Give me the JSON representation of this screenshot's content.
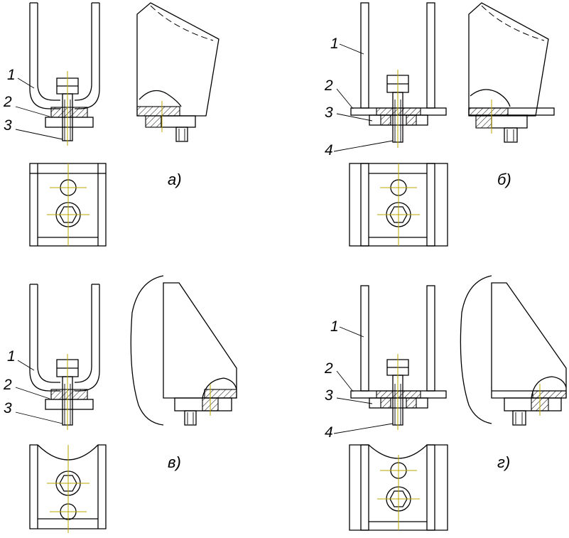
{
  "panels": {
    "a": {
      "caption": "а)",
      "labels": [
        "1",
        "2",
        "3"
      ]
    },
    "b": {
      "caption": "б)",
      "labels": [
        "1",
        "2",
        "3",
        "4"
      ]
    },
    "v": {
      "caption": "в)",
      "labels": [
        "1",
        "2",
        "3"
      ]
    },
    "g": {
      "caption": "г)",
      "labels": [
        "1",
        "2",
        "3",
        "4"
      ]
    }
  },
  "colors": {
    "line": "#000000",
    "centerline": "#b8a400",
    "background": "#ffffff"
  }
}
